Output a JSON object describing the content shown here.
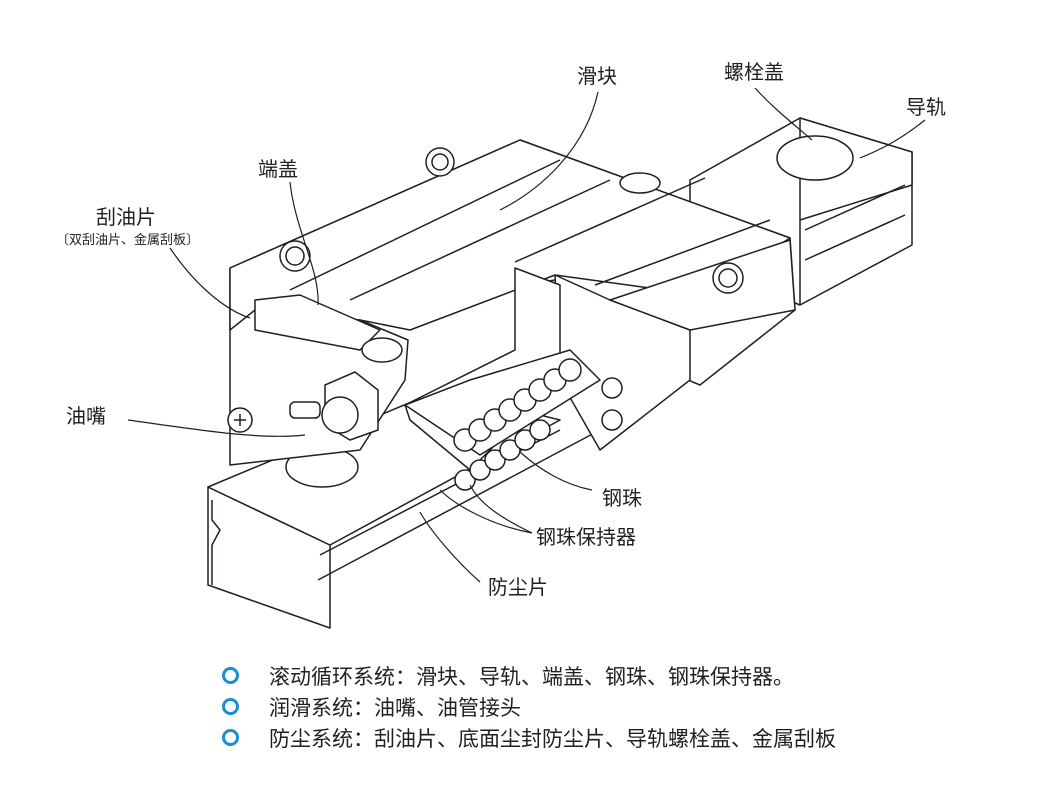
{
  "labels": {
    "slider": "滑块",
    "bolt_cap": "螺栓盖",
    "rail": "导轨",
    "end_cap": "端盖",
    "scraper": "刮油片",
    "scraper_note": "〔双刮油片、金属刮板〕",
    "grease_nipple": "油嘴",
    "steel_ball": "钢珠",
    "ball_retainer": "钢珠保持器",
    "dust_seal": "防尘片"
  },
  "legend": [
    {
      "text": "滚动循环系统：滑块、导轨、端盖、钢珠、钢珠保持器。"
    },
    {
      "text": "润滑系统：油嘴、油管接头"
    },
    {
      "text": "防尘系统：刮油片、底面尘封防尘片、导轨螺栓盖、金属刮板"
    }
  ],
  "colors": {
    "bullet": "#1a8fd0",
    "line": "#231f20"
  }
}
